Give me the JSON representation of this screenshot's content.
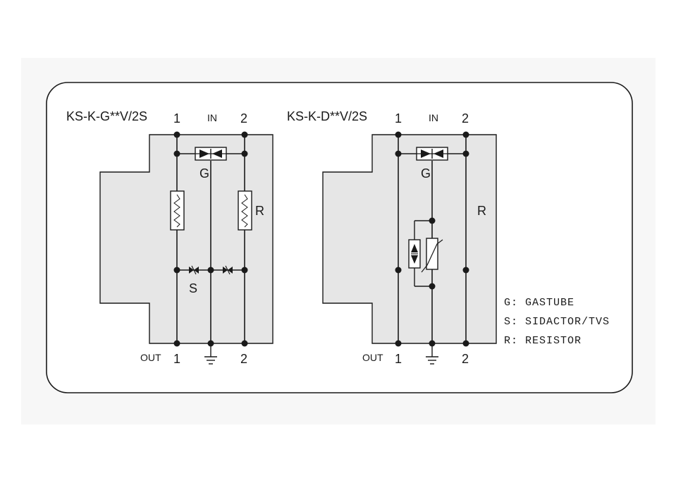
{
  "left_circuit": {
    "title": "KS-K-G**V/2S",
    "in_label": "IN",
    "out_label": "OUT",
    "pin1": "1",
    "pin2": "2",
    "gastube_label": "G",
    "resistor_label": "R",
    "sidactor_label": "S"
  },
  "right_circuit": {
    "title": "KS-K-D**V/2S",
    "in_label": "IN",
    "out_label": "OUT",
    "pin1": "1",
    "pin2": "2",
    "gastube_label": "G",
    "resistor_label": "R"
  },
  "legend": [
    "G: GASTUBE",
    "S: SIDACTOR/TVS",
    "R: RESISTOR"
  ],
  "colors": {
    "module_fill": "#e6e6e6",
    "line": "#1a1a1a"
  }
}
